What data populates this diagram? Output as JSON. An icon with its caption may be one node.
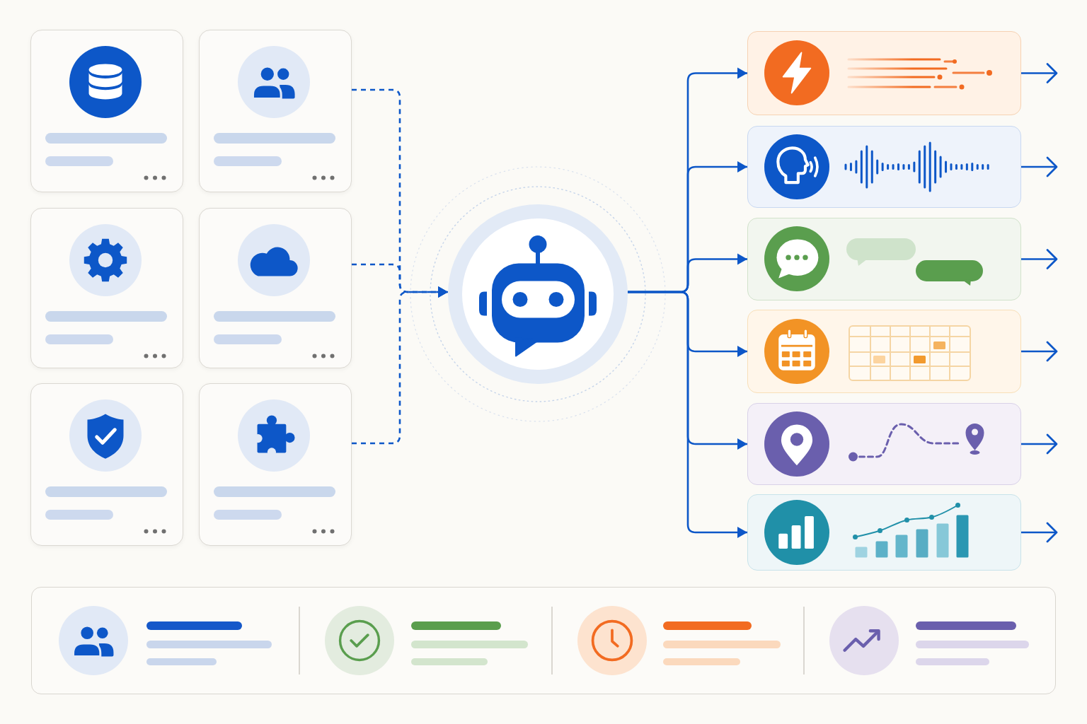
{
  "diagram": {
    "nodes": [
      {
        "text": [],
        "shape": "box"
      },
      {
        "text": [],
        "shape": "box"
      },
      {
        "text": [],
        "shape": "box"
      },
      {
        "text": [],
        "shape": "box"
      },
      {
        "text": [],
        "shape": "box"
      },
      {
        "text": [],
        "shape": "box"
      },
      {
        "text": [],
        "shape": "circle"
      },
      {
        "text": [],
        "shape": "box"
      },
      {
        "text": [],
        "shape": "box"
      },
      {
        "text": [],
        "shape": "box"
      },
      {
        "text": [],
        "shape": "box"
      },
      {
        "text": [],
        "shape": "box"
      },
      {
        "text": [],
        "shape": "box"
      }
    ],
    "edges": [
      {
        "from": 1,
        "to": 6,
        "arrow": "to",
        "style": "dashed"
      },
      {
        "from": 3,
        "to": 6,
        "arrow": "to",
        "style": "dashed"
      },
      {
        "from": 5,
        "to": 6,
        "arrow": "to",
        "style": "dashed"
      },
      {
        "from": 6,
        "to": 7,
        "arrow": "to"
      },
      {
        "from": 6,
        "to": 8,
        "arrow": "to"
      },
      {
        "from": 6,
        "to": 9,
        "arrow": "to"
      },
      {
        "from": 6,
        "to": 10,
        "arrow": "to"
      },
      {
        "from": 6,
        "to": 11,
        "arrow": "to"
      },
      {
        "from": 6,
        "to": 12,
        "arrow": "to"
      },
      {
        "from": 7,
        "to": null,
        "arrow": "to"
      },
      {
        "from": 8,
        "to": null,
        "arrow": "to"
      },
      {
        "from": 9,
        "to": null,
        "arrow": "to"
      },
      {
        "from": 10,
        "to": null,
        "arrow": "to"
      },
      {
        "from": 11,
        "to": null,
        "arrow": "to"
      },
      {
        "from": 12,
        "to": null,
        "arrow": "to"
      }
    ]
  }
}
